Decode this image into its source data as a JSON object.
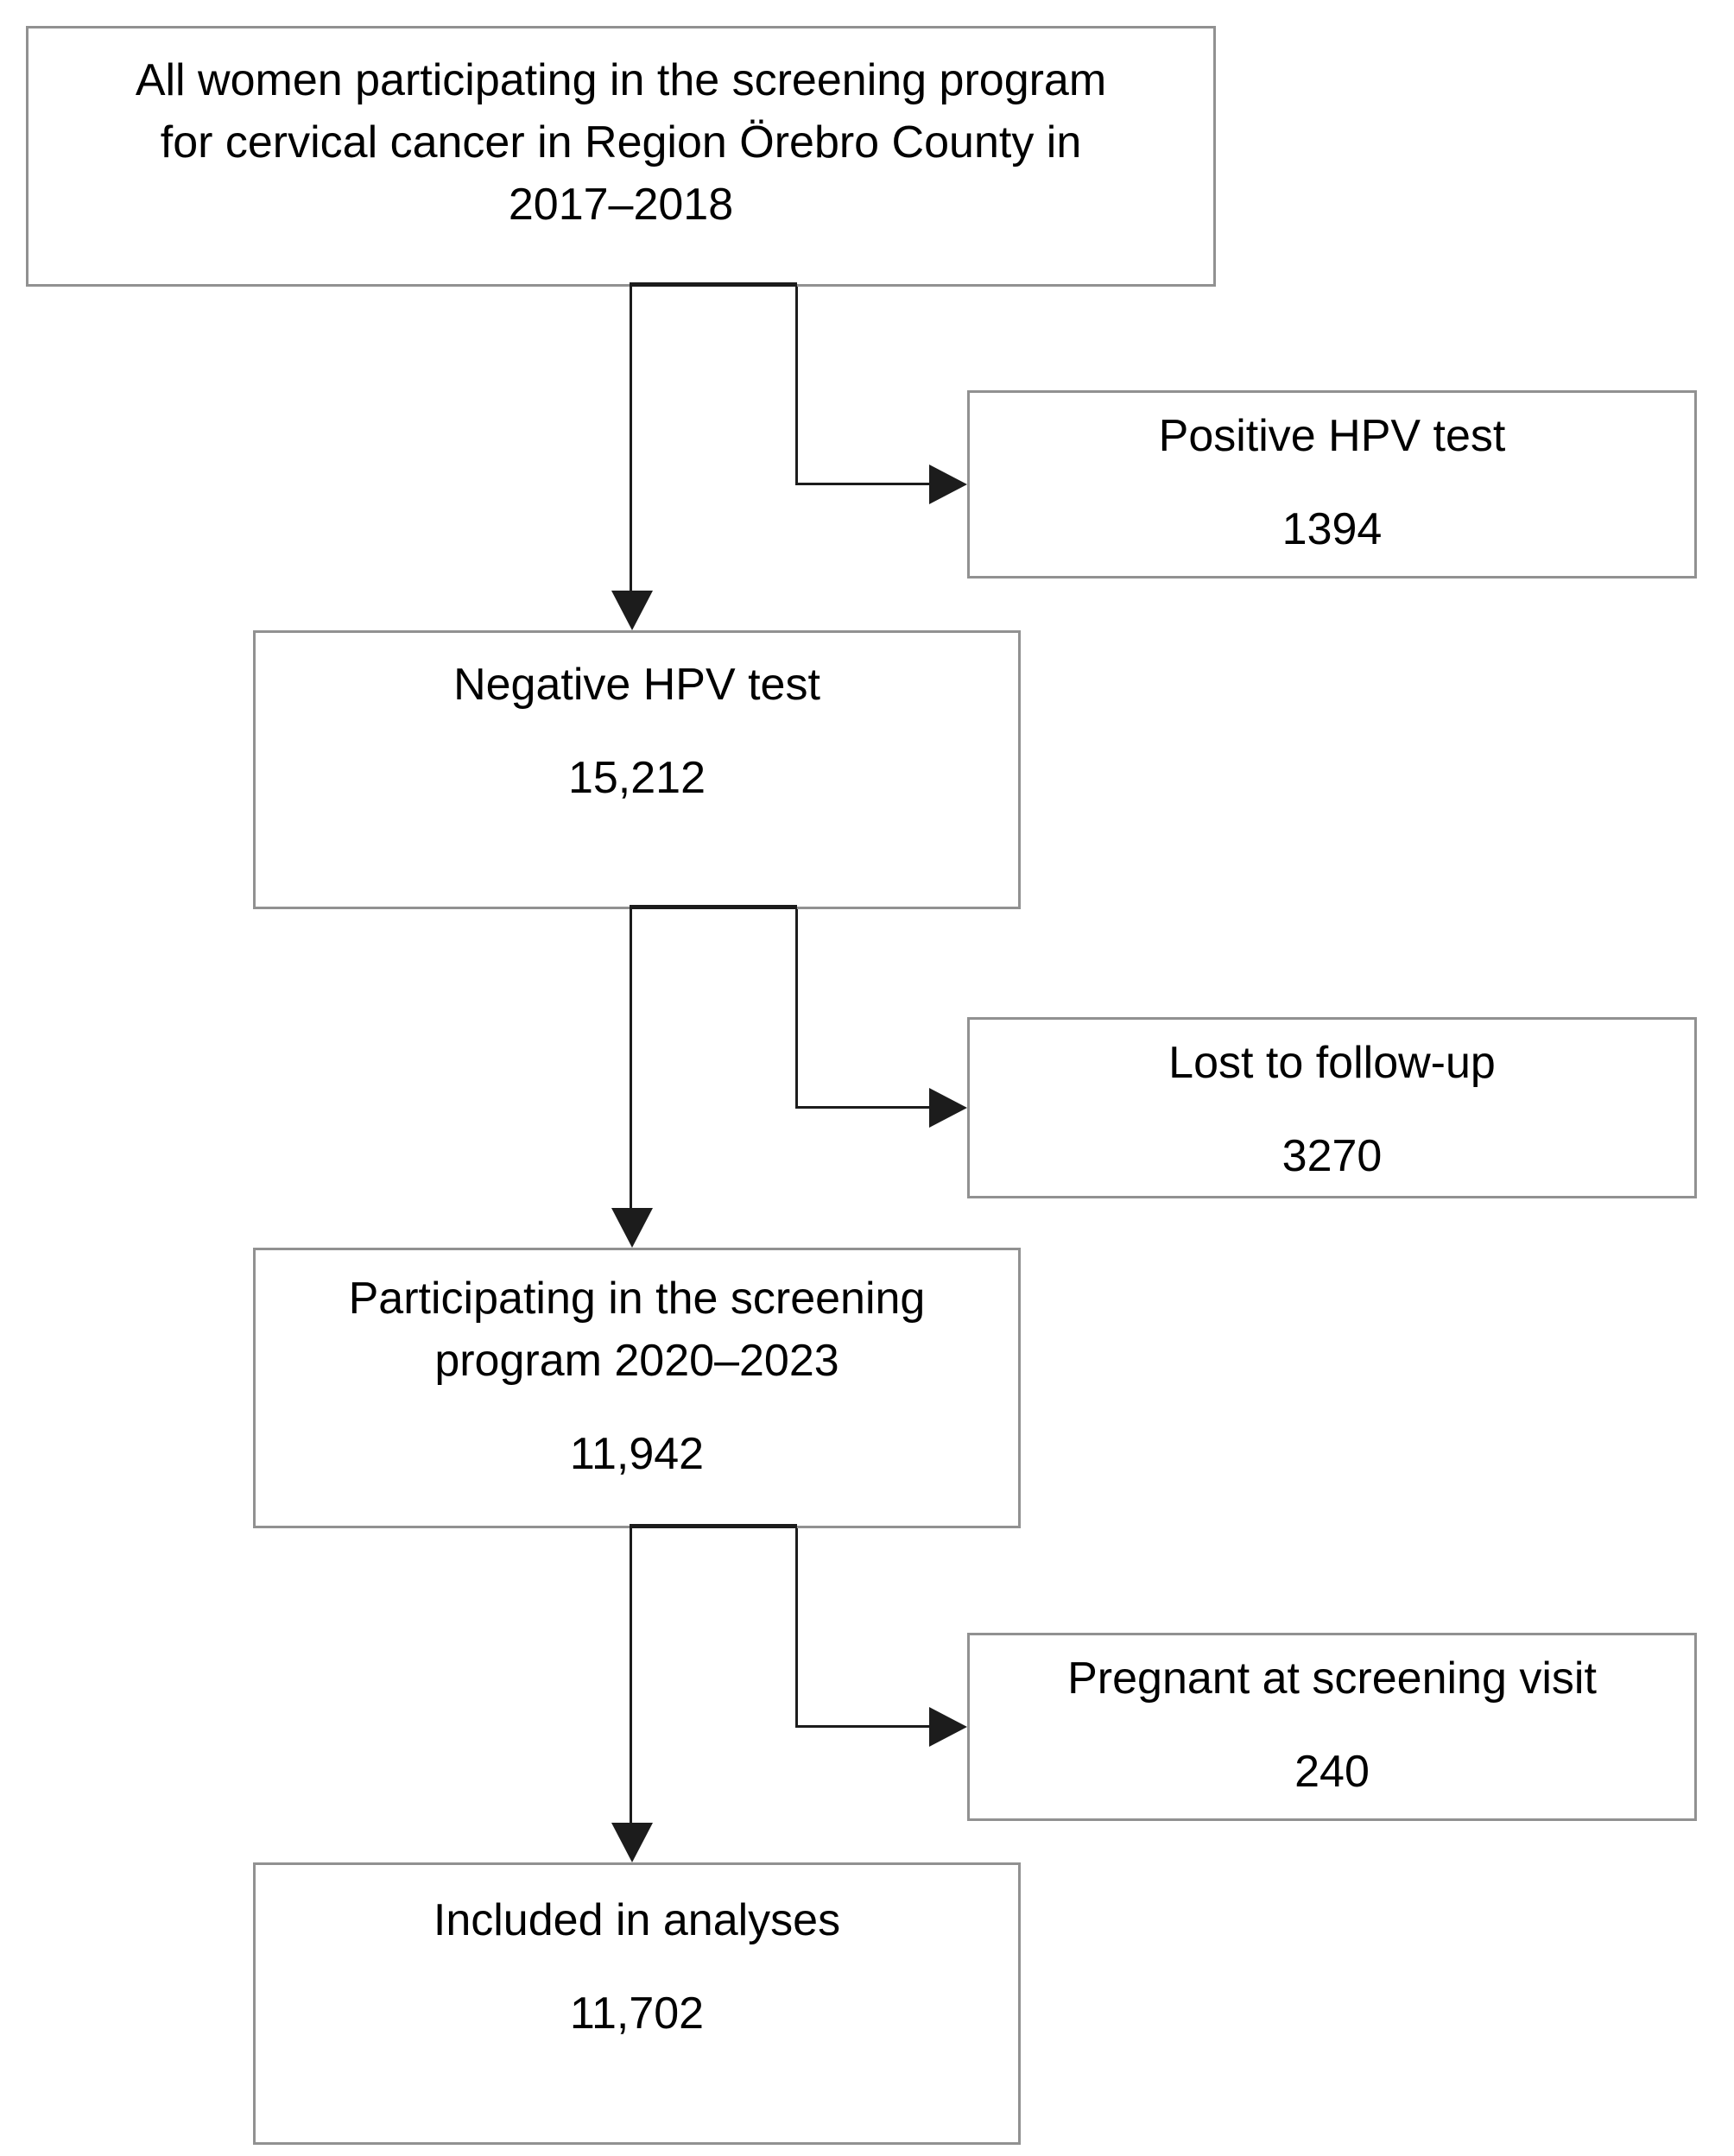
{
  "colors": {
    "background": "#ffffff",
    "box_border": "#919191",
    "connector": "#1c1c1c",
    "text": "#000000"
  },
  "flowchart": {
    "main_boxes": [
      {
        "name": "population",
        "text_lines": [
          "All women participating in the screening program",
          "for cervical cancer in Region Örebro County in",
          "2017–2018"
        ],
        "value": ""
      },
      {
        "name": "negative_hpv_test",
        "text_lines": [
          "Negative HPV test"
        ],
        "value": "15,212"
      },
      {
        "name": "participating_2020_2023",
        "text_lines": [
          "Participating in the screening",
          "program 2020–2023"
        ],
        "value": "11,942"
      },
      {
        "name": "included_in_analyses",
        "text_lines": [
          "Included in analyses"
        ],
        "value": "11,702"
      }
    ],
    "side_boxes": [
      {
        "name": "positive_hpv_test",
        "text_lines": [
          "Positive HPV test"
        ],
        "value": "1394"
      },
      {
        "name": "lost_to_follow_up",
        "text_lines": [
          "Lost to follow-up"
        ],
        "value": "3270"
      },
      {
        "name": "pregnant_at_screening_visit",
        "text_lines": [
          "Pregnant at screening visit"
        ],
        "value": "240"
      }
    ]
  }
}
